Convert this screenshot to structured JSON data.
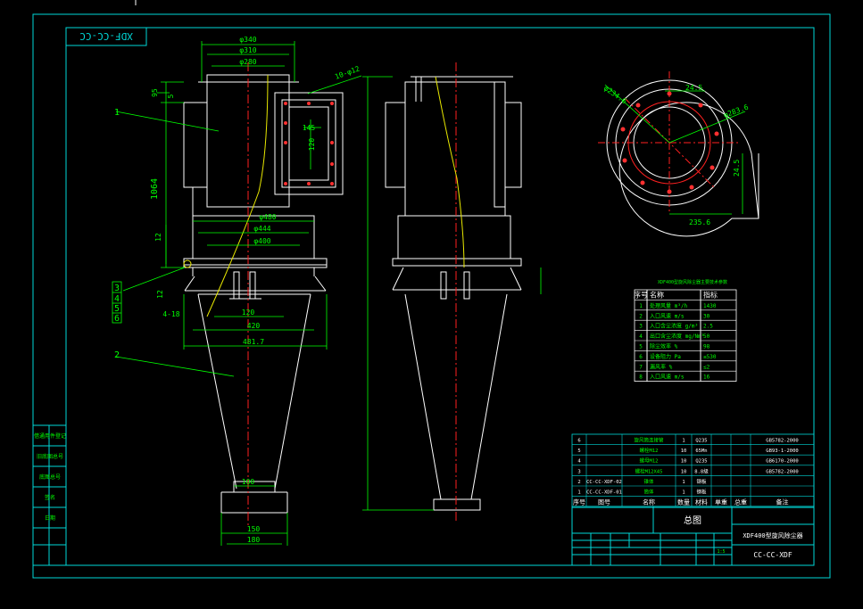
{
  "drawing": {
    "title_tag": "XDF-CC-CC",
    "balloons": [
      "1",
      "2",
      "3",
      "4",
      "5",
      "6"
    ],
    "dims_front": [
      "φ340",
      "φ310",
      "φ280",
      "10-φ12",
      "95",
      "5",
      "1064",
      "12",
      "φ480",
      "φ444",
      "φ400",
      "12",
      "4-18",
      "120",
      "420",
      "481.7",
      "100",
      "150",
      "180",
      "145",
      "120"
    ],
    "dims_top": [
      "φ234.6",
      "24.5",
      "φ283.6",
      "24.5",
      "235.6"
    ],
    "colors": {
      "frame": "#00d8d8",
      "line": "#ffffff",
      "dim": "#00ff00",
      "center": "#ff2020",
      "hidden": "#e8e800",
      "red": "#ff0000"
    }
  },
  "spec_table": {
    "title": "XDF400型旋风除尘器主要技术参数",
    "headers": [
      "序号",
      "名称",
      "指标"
    ],
    "rows": [
      [
        "1",
        "处理风量 m³/h",
        "1430"
      ],
      [
        "2",
        "入口风速 m/s",
        "30"
      ],
      [
        "3",
        "入口含尘浓度 g/m³",
        "2.5"
      ],
      [
        "4",
        "出口含尘浓度 mg/Nm³",
        "50"
      ],
      [
        "5",
        "除尘效率 %",
        "98"
      ],
      [
        "6",
        "设备阻力 Pa",
        "≤530"
      ],
      [
        "7",
        "漏风率 %",
        "≤2"
      ],
      [
        "8",
        "入口风速 m/s",
        "16"
      ]
    ]
  },
  "parts_list": {
    "rows": [
      [
        "6",
        "",
        "旋风筒连接管",
        "1",
        "Q235",
        "",
        "GB5782-2000"
      ],
      [
        "5",
        "",
        "螺栓M12",
        "10",
        "65Mn",
        "",
        "GB93-1-2000"
      ],
      [
        "4",
        "",
        "螺母M12",
        "10",
        "Q235",
        "",
        "GB6170-2000"
      ],
      [
        "3",
        "",
        "螺栓M12X45",
        "10",
        "8.8级",
        "",
        "GB5782-2000"
      ],
      [
        "2",
        "CC-CC-XDF-02",
        "锥体",
        "1",
        "钢板",
        "",
        ""
      ],
      [
        "1",
        "CC-CC-XDF-01",
        "筒体",
        "1",
        "钢板",
        "",
        ""
      ]
    ],
    "header": [
      "序号",
      "图号",
      "名称",
      "数量",
      "材料",
      "单重",
      "总重",
      "备注"
    ]
  },
  "title_block": {
    "drawing_name": "总图",
    "product": "XDF400型旋风除尘器",
    "drawing_no": "CC-CC-XDF",
    "scale": "1:5"
  },
  "left_strip": [
    "借通用件登记",
    "旧底图总号",
    "底图总号",
    "签名",
    "日期"
  ]
}
